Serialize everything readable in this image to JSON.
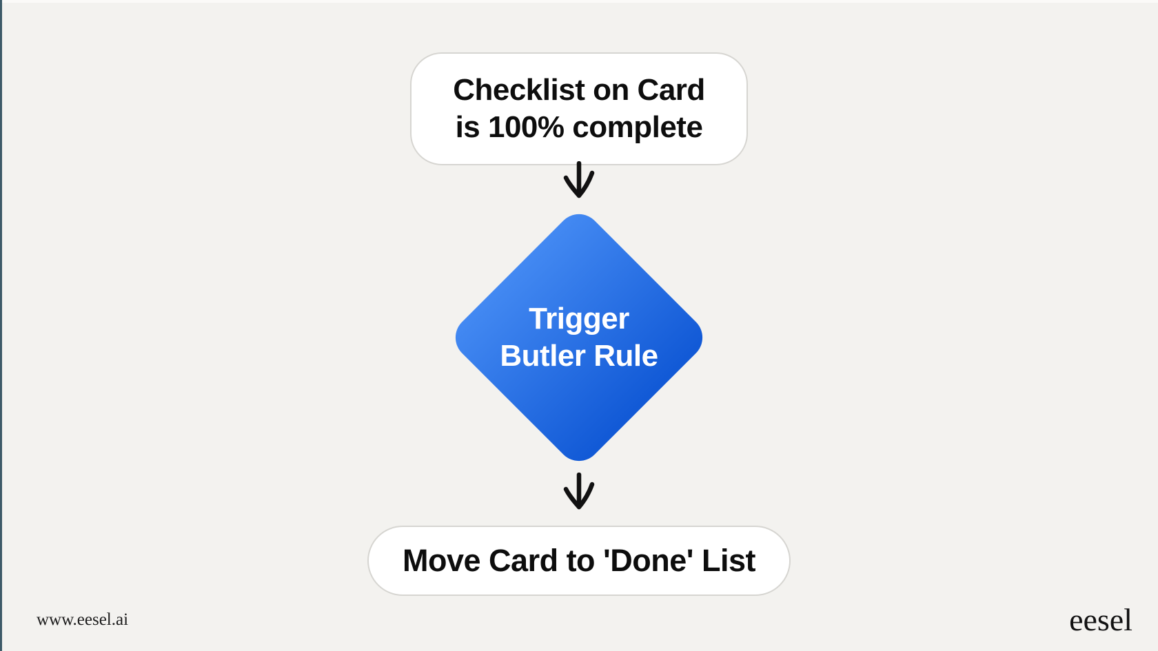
{
  "page": {
    "background_color": "#f3f2ef",
    "accent_bar_color": "#3d5a68"
  },
  "flowchart": {
    "start_node": {
      "line1": "Checklist on Card",
      "line2": "is 100% complete"
    },
    "decision_node": {
      "line1": "Trigger",
      "line2": "Butler Rule",
      "gradient_start": "#4389f2",
      "gradient_end": "#1159d6",
      "text_color": "#ffffff"
    },
    "end_node": {
      "label": "Move Card to 'Done' List"
    },
    "arrows": {
      "icon": "arrow-down",
      "color": "#111111",
      "count": 2
    }
  },
  "footer": {
    "website_url": "www.eesel.ai",
    "brand_name": "eesel"
  }
}
